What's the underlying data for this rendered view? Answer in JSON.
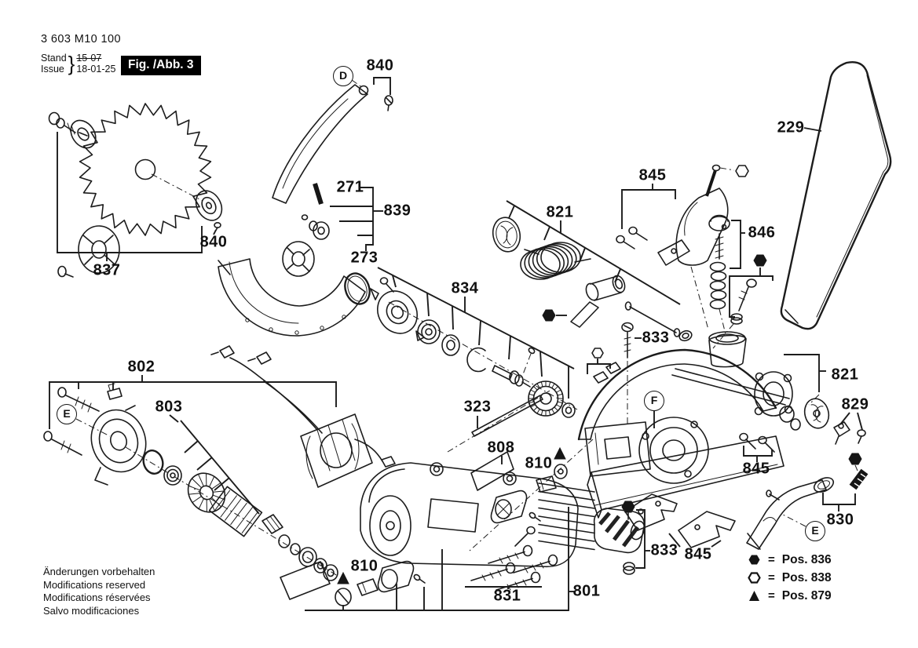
{
  "header": {
    "part_number": "3 603 M10 100",
    "stand_label": "Stand",
    "issue_label": "Issue",
    "brace": "}",
    "stand_value": "15-07",
    "issue_value": "18-01-25",
    "figure_label": "Fig. /Abb. 3"
  },
  "footer": {
    "line1": "Änderungen vorbehalten",
    "line2": "Modifications reserved",
    "line3": "Modifications réservées",
    "line4": "Salvo modificaciones"
  },
  "legend": {
    "items": [
      {
        "symbol": "hexagon-filled",
        "eq": "=",
        "label": "Pos. 836"
      },
      {
        "symbol": "hexagon-outline",
        "eq": "=",
        "label": "Pos. 838"
      },
      {
        "symbol": "triangle-filled",
        "eq": "=",
        "label": "Pos. 879"
      }
    ]
  },
  "part_labels": [
    {
      "text": "840"
    },
    {
      "text": "837"
    },
    {
      "text": "840"
    },
    {
      "text": "271"
    },
    {
      "text": "839"
    },
    {
      "text": "273"
    },
    {
      "text": "834"
    },
    {
      "text": "821"
    },
    {
      "text": "845"
    },
    {
      "text": "846"
    },
    {
      "text": "229"
    },
    {
      "text": "833"
    },
    {
      "text": "802"
    },
    {
      "text": "803"
    },
    {
      "text": "323"
    },
    {
      "text": "808"
    },
    {
      "text": "810"
    },
    {
      "text": "845"
    },
    {
      "text": "821"
    },
    {
      "text": "829"
    },
    {
      "text": "830"
    },
    {
      "text": "845"
    },
    {
      "text": "833"
    },
    {
      "text": "810"
    },
    {
      "text": "831"
    },
    {
      "text": "801"
    }
  ],
  "reference_letters": [
    {
      "text": "D"
    },
    {
      "text": "E"
    },
    {
      "text": "F"
    },
    {
      "text": "E"
    }
  ],
  "colors": {
    "ink": "#1c1c1c",
    "background": "#ffffff",
    "figure_box_bg": "#000000",
    "figure_box_text": "#ffffff"
  }
}
